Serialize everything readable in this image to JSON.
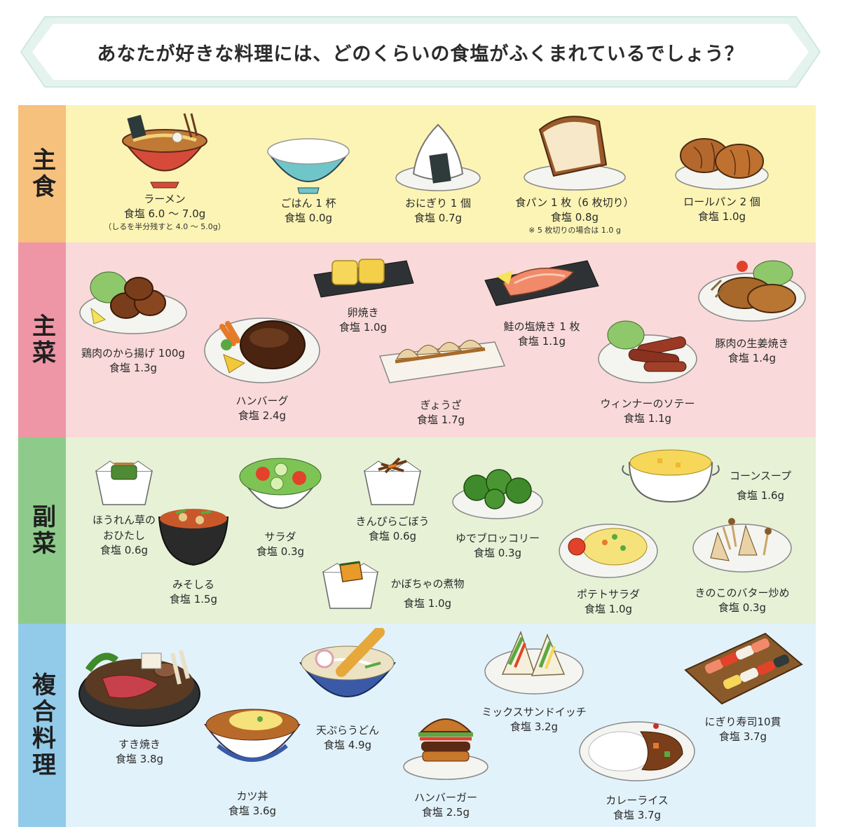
{
  "title": "あなたが好きな料理には、どのくらいの食塩がふくまれているでしょう？",
  "sections": {
    "staple": "主食",
    "main": "主菜",
    "side": "副菜",
    "combined": "複合料理"
  },
  "staple": {
    "ramen": {
      "name": "ラーメン",
      "salt": "食塩 6.0 ～ 7.0g",
      "note": "（しるを半分残すと 4.0 ～ 5.0g）"
    },
    "rice": {
      "name": "ごはん 1 杯",
      "salt": "食塩 0.0g"
    },
    "onigiri": {
      "name": "おにぎり 1 個",
      "salt": "食塩 0.7g"
    },
    "bread": {
      "name": "食パン 1 枚（6 枚切り）",
      "salt": "食塩 0.8g",
      "note": "※ 5 枚切りの場合は 1.0 g"
    },
    "roll": {
      "name": "ロールパン 2 個",
      "salt": "食塩 1.0g"
    }
  },
  "main": {
    "karaage": {
      "name": "鶏肉のから揚げ 100g",
      "salt": "食塩 1.3g"
    },
    "hamburg": {
      "name": "ハンバーグ",
      "salt": "食塩 2.4g"
    },
    "tamagoyaki": {
      "name": "卵焼き",
      "salt": "食塩 1.0g"
    },
    "gyoza": {
      "name": "ぎょうざ",
      "salt": "食塩 1.7g"
    },
    "salmon": {
      "name": "鮭の塩焼き 1 枚",
      "salt": "食塩 1.1g"
    },
    "wiener": {
      "name": "ウィンナーのソテー",
      "salt": "食塩 1.1g"
    },
    "shogayaki": {
      "name": "豚肉の生姜焼き",
      "salt": "食塩 1.4g"
    }
  },
  "side": {
    "ohitashi": {
      "name1": "ほうれん草の",
      "name2": "おひたし",
      "salt": "食塩 0.6g"
    },
    "misoshiru": {
      "name": "みそしる",
      "salt": "食塩 1.5g"
    },
    "salad": {
      "name": "サラダ",
      "salt": "食塩 0.3g"
    },
    "kinpira": {
      "name": "きんぴらごぼう",
      "salt": "食塩 0.6g"
    },
    "kabocha": {
      "name": "かぼちゃの煮物",
      "salt": "食塩 1.0g"
    },
    "broccoli": {
      "name": "ゆでブロッコリー",
      "salt": "食塩 0.3g"
    },
    "potato": {
      "name": "ポテトサラダ",
      "salt": "食塩 1.0g"
    },
    "cornsoup": {
      "name": "コーンスープ",
      "salt": "食塩 1.6g"
    },
    "kinoko": {
      "name": "きのこのバター炒め",
      "salt": "食塩 0.3g"
    }
  },
  "combined": {
    "sukiyaki": {
      "name": "すき焼き",
      "salt": "食塩 3.8g"
    },
    "katsudon": {
      "name": "カツ丼",
      "salt": "食塩 3.6g"
    },
    "tempura": {
      "name": "天ぷらうどん",
      "salt": "食塩 4.9g"
    },
    "burger": {
      "name": "ハンバーガー",
      "salt": "食塩 2.5g"
    },
    "sandwich": {
      "name": "ミックスサンドイッチ",
      "salt": "食塩 3.2g"
    },
    "curry": {
      "name": "カレーライス",
      "salt": "食塩 3.7g"
    },
    "sushi": {
      "name": "にぎり寿司10貫",
      "salt": "食塩 3.7g"
    }
  }
}
